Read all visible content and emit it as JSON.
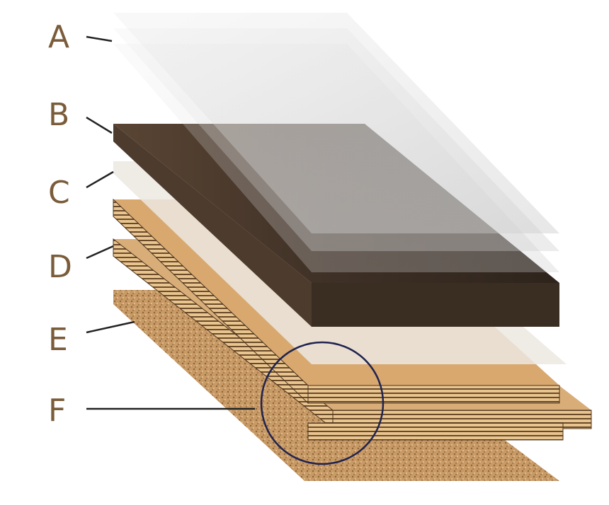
{
  "labels": [
    "A",
    "B",
    "C",
    "D",
    "E",
    "F"
  ],
  "colors": {
    "label": "#7a5c3a",
    "wear_layer": "#cfcfcf",
    "veneer": "#4a3a2c",
    "underlay": "#e2dcd2",
    "core": "#d5a56c",
    "cork": "#c89a66",
    "circle": "#1f2350"
  }
}
